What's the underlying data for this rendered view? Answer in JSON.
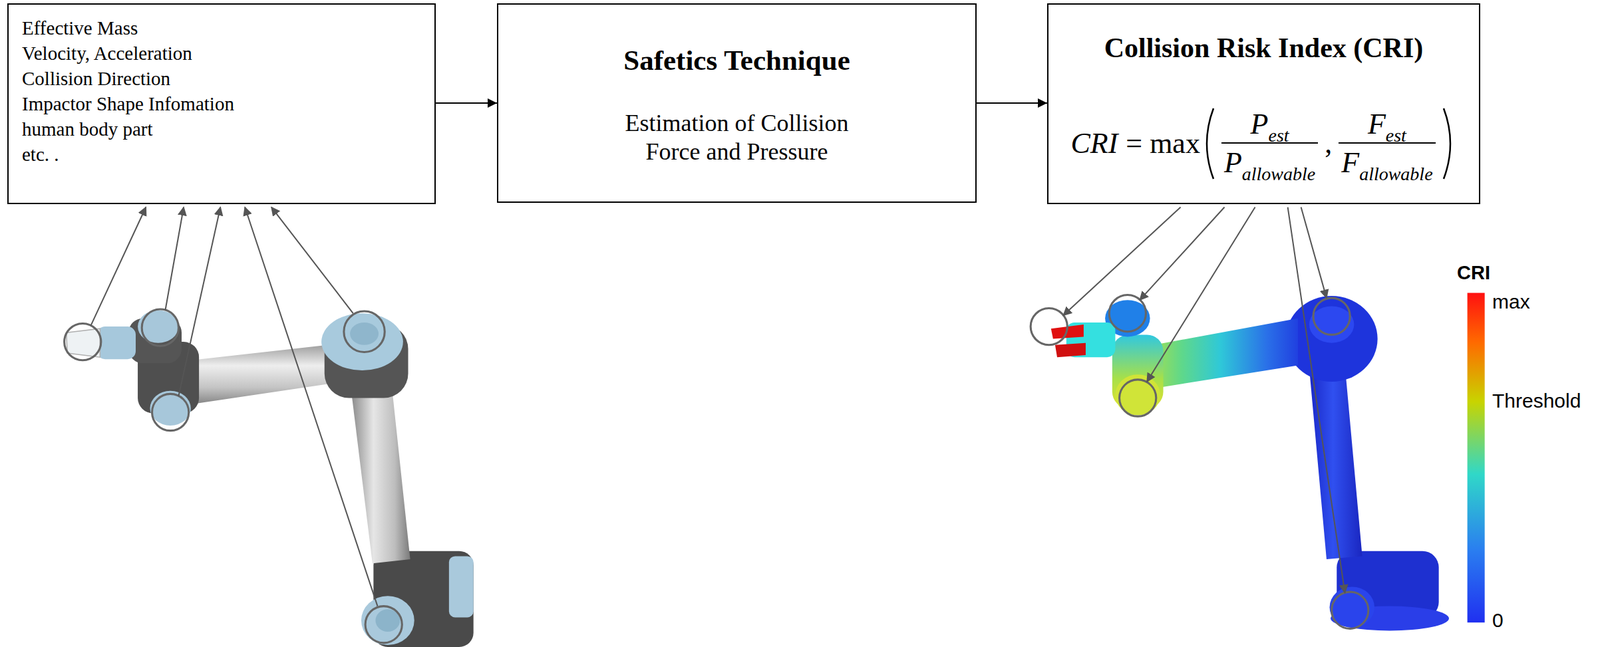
{
  "diagram": {
    "nodes": [
      {
        "text": [
          "Effective Mass",
          "Velocity, Acceleration",
          "Collision Direction",
          "Impactor Shape Infomation",
          "human body part",
          "etc. ."
        ]
      },
      {
        "text": [
          "Safetics Technique",
          "Estimation of Collision Force and Pressure"
        ]
      },
      {
        "text": [
          "Collision Risk Index (CRI)",
          "CRI",
          "= max",
          "P",
          "est",
          "P",
          "allowable",
          ",",
          "F",
          "est",
          "F",
          "allowable"
        ]
      }
    ],
    "edges": [
      {
        "from": 0,
        "to": 1,
        "arrow": "to"
      },
      {
        "from": 1,
        "to": 2,
        "arrow": "to"
      }
    ],
    "labels": [
      "CRI",
      "max",
      "Threshold",
      "0"
    ]
  }
}
